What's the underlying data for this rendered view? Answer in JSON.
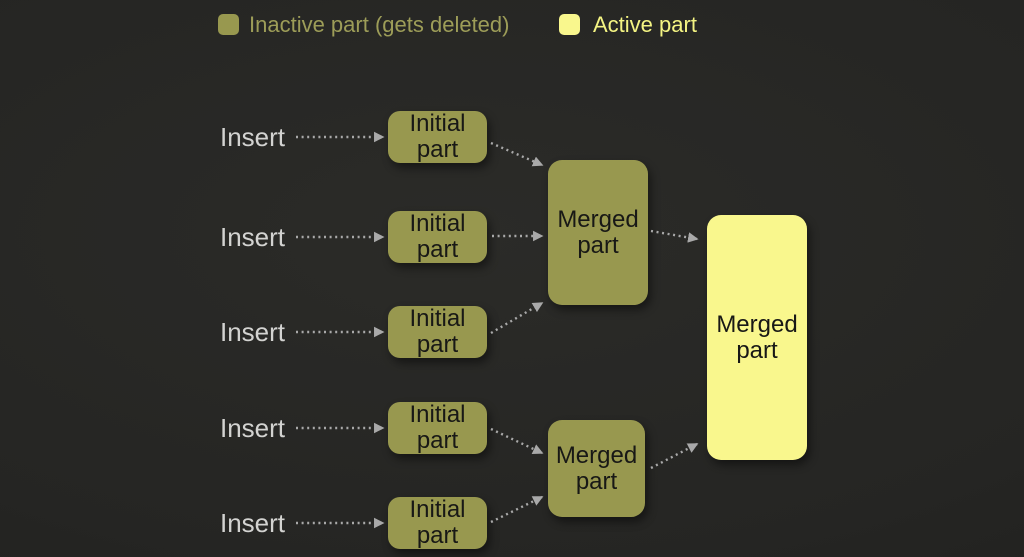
{
  "legend": {
    "inactive_label": "Inactive part (gets deleted)",
    "active_label": "Active part"
  },
  "insert_label": "Insert",
  "nodes": {
    "initial": "Initial part",
    "merged": "Merged part"
  },
  "edges": [
    {
      "from": "insert-1",
      "to": "initial-part-1"
    },
    {
      "from": "insert-2",
      "to": "initial-part-2"
    },
    {
      "from": "insert-3",
      "to": "initial-part-3"
    },
    {
      "from": "insert-4",
      "to": "initial-part-4"
    },
    {
      "from": "insert-5",
      "to": "initial-part-5"
    },
    {
      "from": "initial-part-1",
      "to": "merged-part-top"
    },
    {
      "from": "initial-part-2",
      "to": "merged-part-top"
    },
    {
      "from": "initial-part-3",
      "to": "merged-part-top"
    },
    {
      "from": "merged-part-top",
      "to": "merged-part-final"
    },
    {
      "from": "initial-part-4",
      "to": "merged-part-bottom"
    },
    {
      "from": "initial-part-5",
      "to": "merged-part-bottom"
    },
    {
      "from": "merged-part-bottom",
      "to": "merged-part-final"
    }
  ],
  "colors": {
    "background": "#252523",
    "inactive_fill": "#98984f",
    "active_fill": "#f9f78d",
    "node_text": "#181816",
    "insert_text": "#d3d3d1",
    "legend_inactive_text": "#9d9d58",
    "legend_active_text": "#f4f483",
    "arrow": "#a9a9a9"
  }
}
